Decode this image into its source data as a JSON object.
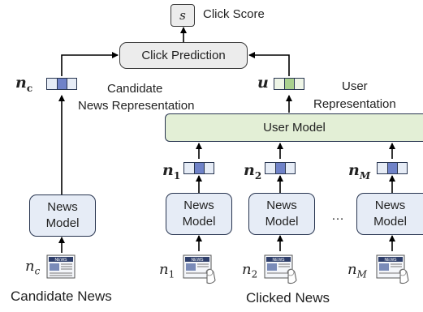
{
  "score": {
    "symbol": "s",
    "label": "Click Score"
  },
  "click_prediction": "Click Prediction",
  "candidate": {
    "vector_symbol": "n",
    "vector_subscript": "c",
    "representation_label_line1": "Candidate",
    "representation_label_line2": "News Representation",
    "model_line1": "News",
    "model_line2": "Model",
    "input_symbol": "n",
    "input_subscript": "c",
    "title": "Candidate News"
  },
  "user": {
    "vector_symbol": "u",
    "representation_label_line1": "User",
    "representation_label_line2": "Representation",
    "model_label": "User Model"
  },
  "clicked": {
    "title": "Clicked News",
    "ellipsis": "…",
    "items": [
      {
        "symbol": "n",
        "subscript": "1",
        "model_line1": "News",
        "model_line2": "Model"
      },
      {
        "symbol": "n",
        "subscript": "2",
        "model_line1": "News",
        "model_line2": "Model"
      },
      {
        "symbol": "n",
        "subscript": "M",
        "model_line1": "News",
        "model_line2": "Model"
      }
    ]
  },
  "newspaper_icon": {
    "masthead": "NEWS"
  },
  "colors": {
    "news_model_fill": "#e6ecf6",
    "user_model_fill": "#e3efd6",
    "prediction_fill": "#ececec",
    "vector_blue": "#6f82c8",
    "vector_green": "#a9d18e",
    "line": "#000000"
  }
}
